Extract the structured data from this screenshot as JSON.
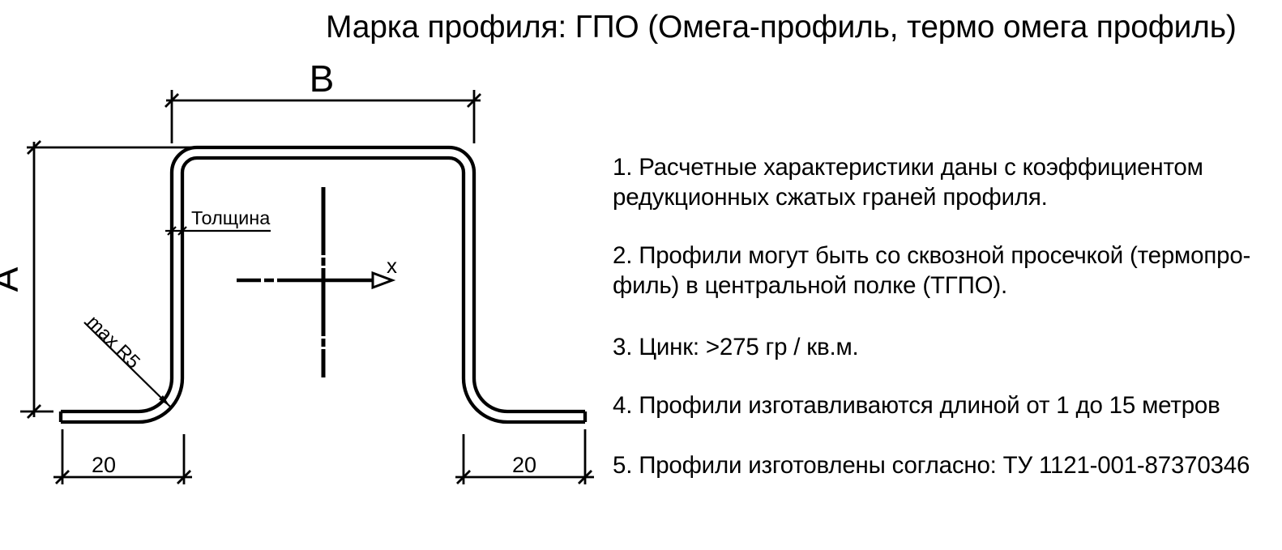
{
  "page": {
    "background_color": "#ffffff",
    "ink_color": "#000000"
  },
  "title": "Марка профиля: ГПО (Омега-профиль, термо омега профиль)",
  "drawing": {
    "dim_width_label": "B",
    "dim_height_label": "A",
    "thickness_label": "Толщина",
    "radius_label": "max R5",
    "flange_left_value": "20",
    "flange_right_value": "20",
    "axis_label": "x"
  },
  "notes": {
    "items": [
      {
        "lines": [
          "1. Расчетные характеристики даны с коэффициентом",
          "редукционных сжатых граней профиля."
        ]
      },
      {
        "lines": [
          "2. Профили могут быть со сквозной просечкой (термопро-",
          "филь) в центральной полке (ТГПО)."
        ]
      },
      {
        "lines": [
          "3. Цинк: >275 гр / кв.м."
        ]
      },
      {
        "lines": [
          "4. Профили изготавливаются длиной от 1 до 15 метров"
        ]
      },
      {
        "lines": [
          "5. Профили изготовлены согласно: ТУ 1121-001-87370346"
        ]
      }
    ]
  }
}
